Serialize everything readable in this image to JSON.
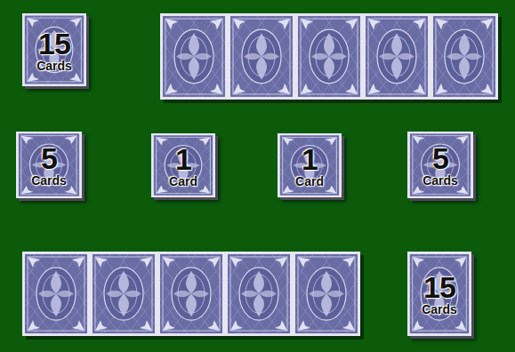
{
  "diagram": {
    "nodes": [
      {
        "text": [
          "15",
          "Cards"
        ]
      },
      {
        "text": [
          "5",
          "Cards"
        ]
      },
      {
        "text": [
          "1",
          "Card"
        ]
      },
      {
        "text": [
          "1",
          "Card"
        ]
      },
      {
        "text": [
          "5",
          "Cards"
        ]
      },
      {
        "text": [
          "15",
          "Cards"
        ]
      }
    ]
  }
}
